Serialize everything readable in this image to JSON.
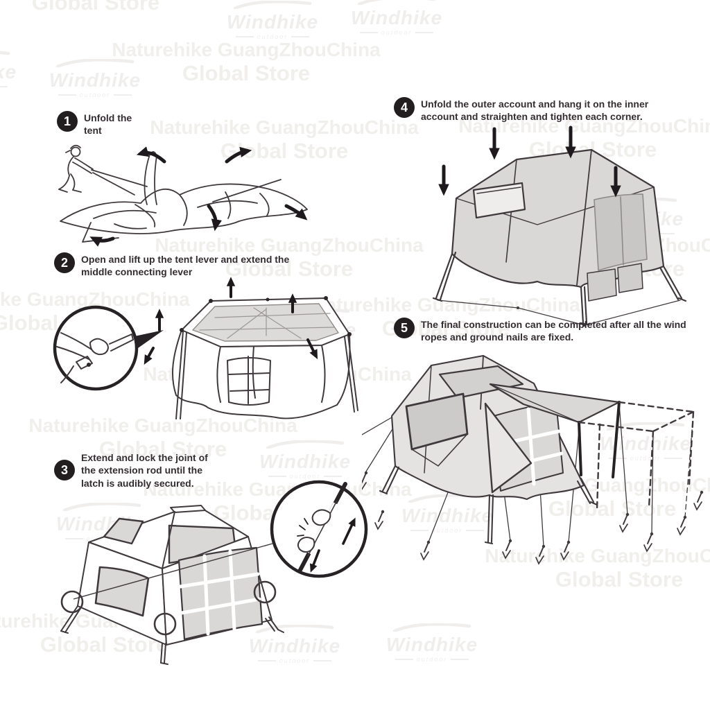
{
  "watermark": {
    "line1": "Naturehike GuangZhouChina",
    "line2": "Global Store",
    "brand": "Windhike",
    "brand_sub": "outdoor"
  },
  "steps": [
    {
      "number": "1",
      "label": "Unfold the\ntent",
      "illustration_alt": "person crouching and unfolding the folded tent fabric, arrows spreading outward"
    },
    {
      "number": "2",
      "label": "Open and lift up the tent lever and extend the\nmiddle connecting lever",
      "illustration_alt": "opened tent frame with mesh top lifted upward; magnifier shows hand extending middle connecting lever"
    },
    {
      "number": "3",
      "label": "Extend and lock the joint of\nthe extension rod until the\nlatch is audibly secured.",
      "illustration_alt": "tent body with circled leg joints; magnifier shows hands locking the extension rod with a click"
    },
    {
      "number": "4",
      "label": "Unfold the outer account and hang it on the inner\naccount and straighten and tighten each corner.",
      "illustration_alt": "outer fly sheet hung over the inner tent, four arrows pressing down at the corners"
    },
    {
      "number": "5",
      "label": "The final construction can be completed after all the wind\nropes and ground nails are fixed.",
      "illustration_alt": "finished tent with side awning, dashed extension position, wind ropes and ground nails"
    }
  ],
  "colors": {
    "background": "#ffffff",
    "step_text": "#332d31",
    "badge_background": "#221e20",
    "badge_number": "#ffffff",
    "line_art": "#3f393d",
    "arrow": "#1d191c",
    "panel_gray": "#d9d8d6",
    "panel_dark_gray": "#c8c7c5",
    "watermark_gray": "#f0efec"
  }
}
